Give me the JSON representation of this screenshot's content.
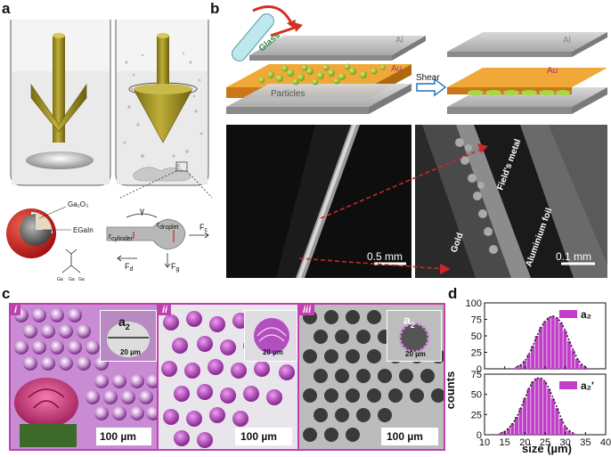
{
  "panel_labels": {
    "a": "a",
    "b": "b",
    "c": "c",
    "d": "d"
  },
  "panel_a": {
    "ga2o3": "Ga₂O₃",
    "egain": "EGaIn",
    "gamma": "γ",
    "r_cylinder": "r",
    "r_cylinder_sub": "cylinder",
    "r_droplet": "r",
    "r_droplet_sub": "droplet",
    "fc": "F",
    "fc_sub": "c",
    "fd": "F",
    "fd_sub": "d",
    "fg": "F",
    "fg_sub": "g",
    "atom_labels": [
      "Ga",
      "Ga",
      "Ga"
    ]
  },
  "panel_b": {
    "glass": "Glass",
    "al_left": "Al",
    "au_left": "Au",
    "particles": "Particles",
    "shear": "Shear",
    "al_right": "Al",
    "au_right": "Au",
    "scale_left": "0.5 mm",
    "scale_right": "0.1 mm",
    "label_fields": "Field's metal",
    "label_gold": "Gold",
    "label_aluminium": "Aluminium foil"
  },
  "panel_c": {
    "sub_i": "i",
    "sub_ii": "ii",
    "sub_iii": "iii",
    "inset_i_label": "a",
    "inset_i_sub": "2",
    "inset_i_scale": "20 µm",
    "inset_ii_scale": "20 µm",
    "inset_iii_label": "a",
    "inset_iii_sub": "2",
    "inset_iii_scale": "20 µm",
    "main_scale_i": "100 µm",
    "main_scale_ii": "100 µm",
    "main_scale_iii": "100 µm"
  },
  "colors": {
    "magenta_frame": "#c040b0",
    "histogram_bar": "#c03ec8",
    "fit_line": "#222222",
    "gold_stick": "#a89a2a",
    "red_dashed": "#c8282a"
  },
  "chart_data": [
    {
      "type": "bar",
      "legend": "a₂",
      "ylabel": "counts",
      "xlabel": "size (µm)",
      "xlim": [
        10,
        40
      ],
      "ylim": [
        0,
        100
      ],
      "yticks": [
        "0",
        "25",
        "50",
        "75",
        "100"
      ],
      "xticks": [
        "10",
        "15",
        "20",
        "25",
        "30",
        "35",
        "40"
      ],
      "bin_width": 1,
      "x": [
        18,
        19,
        20,
        21,
        22,
        23,
        24,
        25,
        26,
        27,
        28,
        29,
        30,
        31,
        32,
        33,
        34,
        35
      ],
      "values": [
        3,
        6,
        12,
        22,
        35,
        50,
        63,
        72,
        78,
        80,
        77,
        70,
        58,
        42,
        28,
        15,
        7,
        3
      ],
      "fit": "gaussian"
    },
    {
      "type": "bar",
      "legend": "a₂'",
      "ylabel": "counts",
      "xlabel": "size (µm)",
      "xlim": [
        10,
        40
      ],
      "ylim": [
        0,
        75
      ],
      "yticks": [
        "0",
        "25",
        "50",
        "75"
      ],
      "xticks": [
        "10",
        "15",
        "20",
        "25",
        "30",
        "35",
        "40"
      ],
      "bin_width": 1,
      "x": [
        14,
        15,
        16,
        17,
        18,
        19,
        20,
        21,
        22,
        23,
        24,
        25,
        26,
        27,
        28,
        29,
        30,
        31,
        32
      ],
      "values": [
        2,
        4,
        8,
        14,
        22,
        33,
        45,
        57,
        66,
        70,
        70,
        66,
        57,
        45,
        33,
        20,
        10,
        5,
        2
      ],
      "fit": "gaussian"
    }
  ]
}
